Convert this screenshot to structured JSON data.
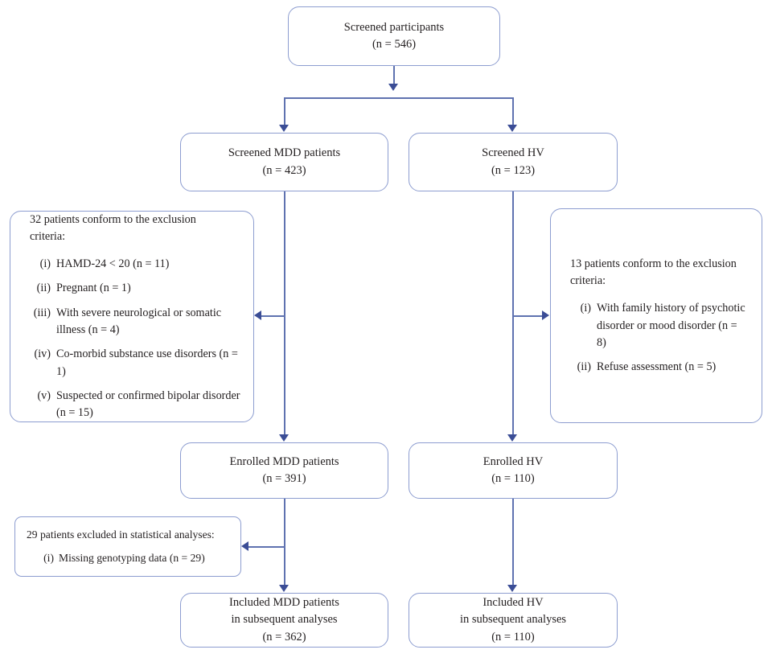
{
  "diagram": {
    "title": "Participant screening and enrollment flow",
    "colors": {
      "box_border": "#8d9dd0",
      "connector": "#5f72b0",
      "arrow_head": "#3b4d96",
      "text": "#231f20",
      "background": "#ffffff"
    }
  },
  "nodes": {
    "screened_all": {
      "label": "Screened participants",
      "count": "(n = 546)"
    },
    "screened_mdd": {
      "label": "Screened MDD patients",
      "count": "(n = 423)"
    },
    "screened_hv": {
      "label": "Screened HV",
      "count": "(n = 123)"
    },
    "enrolled_mdd": {
      "label": "Enrolled MDD patients",
      "count": "(n = 391)"
    },
    "enrolled_hv": {
      "label": "Enrolled HV",
      "count": "(n = 110)"
    },
    "included_mdd": {
      "label": "Included MDD patients",
      "label2": "in subsequent analyses",
      "count": "(n = 362)"
    },
    "included_hv": {
      "label": "Included HV",
      "label2": "in subsequent analyses",
      "count": "(n = 110)"
    }
  },
  "exclusions": {
    "mdd_screening": {
      "heading_line1": "32 patients conform to the exclusion",
      "heading_line2": "criteria:",
      "criteria": [
        {
          "numeral": "(i)",
          "text": "HAMD-24 < 20 (n = 11)"
        },
        {
          "numeral": "(ii)",
          "text": "Pregnant (n = 1)"
        },
        {
          "numeral": "(iii)",
          "text": "With severe neurological or somatic illness (n = 4)"
        },
        {
          "numeral": "(iv)",
          "text": "Co-morbid substance use disorders (n = 1)"
        },
        {
          "numeral": "(v)",
          "text": "Suspected or confirmed bipolar disorder (n = 15)"
        }
      ]
    },
    "hv_screening": {
      "heading_line1": "13 patients conform to the exclusion",
      "heading_line2": "criteria:",
      "criteria": [
        {
          "numeral": "(i)",
          "text": "With family history of psychotic disorder or mood disorder (n = 8)"
        },
        {
          "numeral": "(ii)",
          "text": "Refuse assessment (n = 5)"
        }
      ]
    },
    "mdd_analysis": {
      "heading": "29 patients excluded in statistical analyses:",
      "criteria": [
        {
          "numeral": "(i)",
          "text": "Missing genotyping data (n = 29)"
        }
      ]
    }
  }
}
